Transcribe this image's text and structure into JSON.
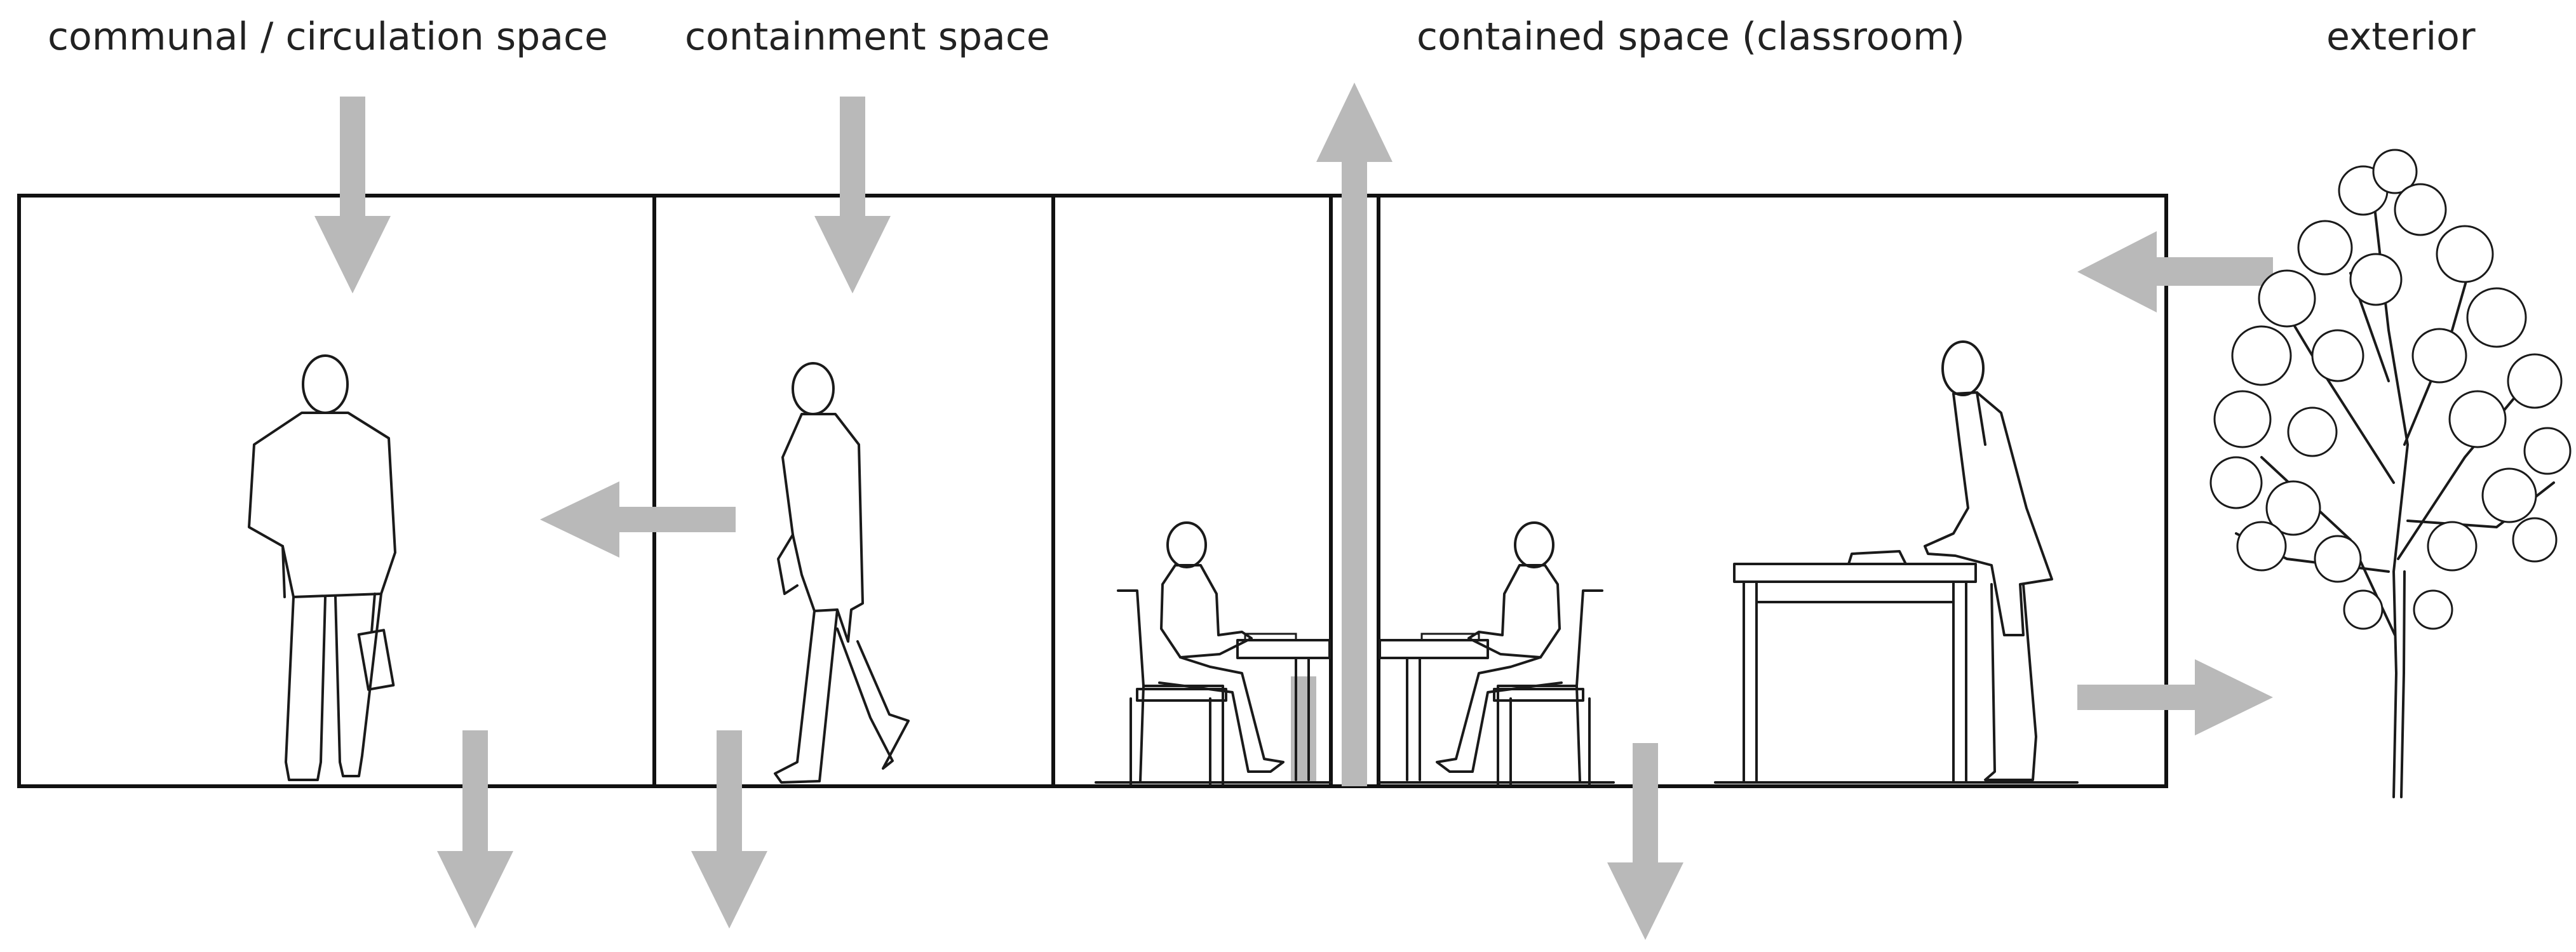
{
  "labels": {
    "communal": "communal / circulation space",
    "containment": "containment space",
    "contained": "contained space (classroom)",
    "exterior": "exterior"
  },
  "colors": {
    "arrow": "#b9b9b9",
    "line": "#111111",
    "text": "#222222",
    "background": "#ffffff"
  }
}
